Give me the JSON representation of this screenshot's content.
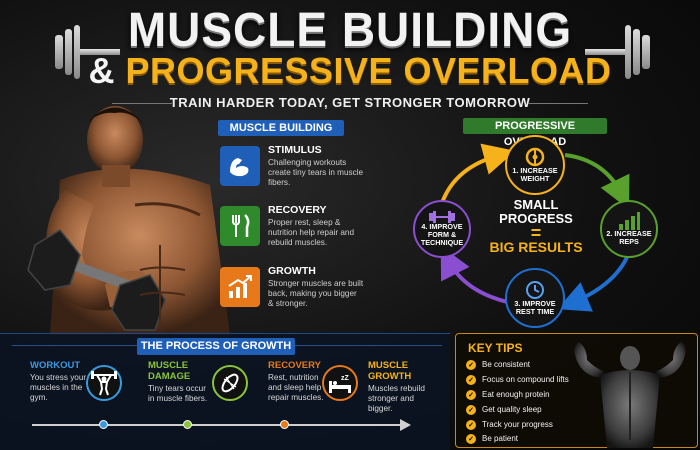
{
  "header": {
    "title_line1": "MUSCLE BUILDING",
    "title_amp": "&",
    "title_line2": "PROGRESSIVE OVERLOAD",
    "tagline": "TRAIN HARDER TODAY, GET STRONGER TOMORROW"
  },
  "muscle_building": {
    "header": "MUSCLE BUILDING",
    "items": [
      {
        "title": "STIMULUS",
        "desc": "Challenging workouts create tiny tears in muscle fibers.",
        "icon": "flexed-arm-icon",
        "color": "#1f5fb8"
      },
      {
        "title": "RECOVERY",
        "desc": "Proper rest, sleep & nutrition help repair and rebuild muscles.",
        "icon": "fork-knife-icon",
        "color": "#2f8a2b"
      },
      {
        "title": "GROWTH",
        "desc": "Stronger muscles are built back, making you bigger & stronger.",
        "icon": "growth-chart-icon",
        "color": "#e8791a"
      }
    ]
  },
  "progressive_overload": {
    "header": "PROGRESSIVE OVERLOAD",
    "center_small": "SMALL PROGRESS",
    "center_eq": "=",
    "center_big": "BIG RESULTS",
    "nodes": [
      {
        "label": "1. INCREASE WEIGHT",
        "icon": "weight-plate-icon",
        "color": "#f6b21a"
      },
      {
        "label": "2. INCREASE REPS",
        "icon": "bar-chart-icon",
        "color": "#5aa02c"
      },
      {
        "label": "3. IMPROVE REST TIME",
        "icon": "clock-icon",
        "color": "#1f6fd0"
      },
      {
        "label": "4. IMPROVE FORM & TECHNIQUE",
        "icon": "dumbbell-icon",
        "color": "#8a4fd0"
      }
    ]
  },
  "process": {
    "header": "THE PROCESS OF GROWTH",
    "steps": [
      {
        "title": "WORKOUT",
        "desc": "You stress your muscles in the gym.",
        "color": "#3a9ae0"
      },
      {
        "title": "MUSCLE DAMAGE",
        "desc": "Tiny tears occur in muscle fibers.",
        "color": "#8ac43a"
      },
      {
        "title": "RECOVERY",
        "desc": "Rest, nutrition and sleep help repair muscles.",
        "color": "#e8791a"
      },
      {
        "title": "MUSCLE GROWTH",
        "desc": "Muscles rebuild stronger and bigger.",
        "color": "#f6b21a"
      }
    ]
  },
  "key_tips": {
    "title": "KEY TIPS",
    "items": [
      "Be consistent",
      "Focus on compound lifts",
      "Eat enough protein",
      "Get quality sleep",
      "Track your progress",
      "Be patient"
    ]
  }
}
